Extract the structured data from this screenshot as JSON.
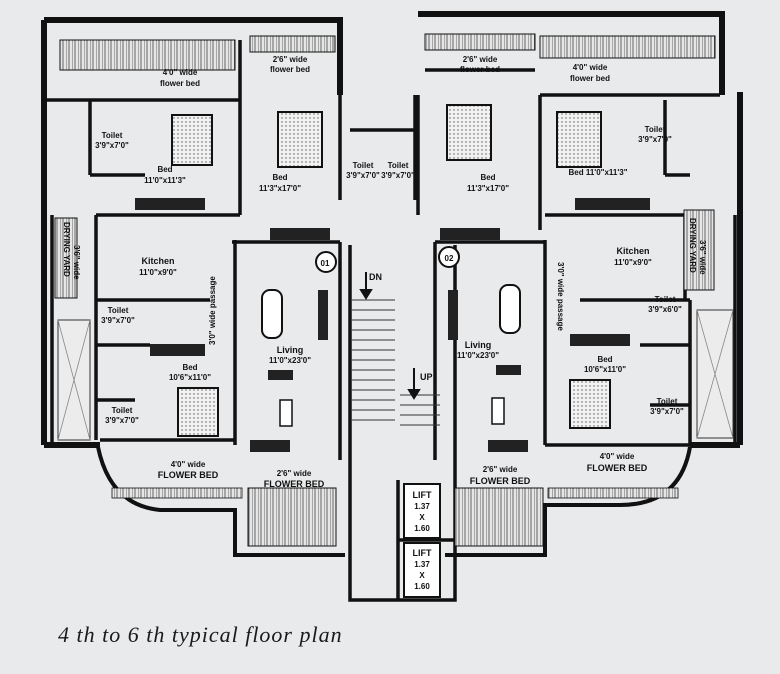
{
  "caption": "4 th to 6 th typical floor plan",
  "unit_numbers": [
    "01",
    "02"
  ],
  "stair": {
    "down": "DN",
    "up": "UP"
  },
  "lifts": [
    {
      "label": "LIFT",
      "width": "1.37",
      "x": "X",
      "depth": "1.60"
    },
    {
      "label": "LIFT",
      "width": "1.37",
      "x": "X",
      "depth": "1.60"
    }
  ],
  "rooms": {
    "fb_top_l_label": "4'0\" wide",
    "fb_top_l_name": "flower bed",
    "fb_top_c_label": "2'6\" wide",
    "fb_top_c_name": "flower bed",
    "fb_top_c2_label": "2'6\" wide",
    "fb_top_c2_name": "flower bed",
    "fb_top_r_label": "4'0\" wide",
    "fb_top_r_name": "flower bed",
    "toilet_l1": "Toilet",
    "toilet_l1_dim": "3'9\"x7'0\"",
    "bed_l1": "Bed",
    "bed_l1_dim": "11'0\"x11'3\"",
    "bed_l2": "Bed",
    "bed_l2_dim": "11'3\"x17'0\"",
    "toilet_c1": "Toilet",
    "toilet_c1_dim": "3'9\"x7'0\"",
    "toilet_c2": "Toilet",
    "toilet_c2_dim": "3'9\"x7'0\"",
    "bed_r2": "Bed",
    "bed_r2_dim": "11'3\"x17'0\"",
    "bed_r1": "Bed 11'0\"x11'3\"",
    "toilet_r1": "Toilet",
    "toilet_r1_dim": "3'9\"x7'0\"",
    "drying_l": "DRYING YARD",
    "drying_l_sub": "3'6\" wide",
    "kitchen_l": "Kitchen",
    "kitchen_l_dim": "11'0\"x9'0\"",
    "kitchen_r": "Kitchen",
    "kitchen_r_dim": "11'0\"x9'0\"",
    "drying_r": "DRYING YARD",
    "drying_r_sub": "3'6\" wide",
    "passage_l": "3'0\" wide passage",
    "passage_r": "3'0\" wide passage",
    "toilet_l3": "Toilet",
    "toilet_l3_dim": "3'9\"x7'0\"",
    "toilet_r3": "Toilet",
    "toilet_r3_dim": "3'9\"x6'0\"",
    "living_l": "Living",
    "living_l_dim": "11'0\"x23'0\"",
    "living_r": "Living",
    "living_r_dim": "11'0\"x23'0\"",
    "bed_l3": "Bed",
    "bed_l3_dim": "10'6\"x11'0\"",
    "bed_r3": "Bed",
    "bed_r3_dim": "10'6\"x11'0\"",
    "toilet_l4": "Toilet",
    "toilet_l4_dim": "3'9\"x7'0\"",
    "toilet_r4": "Toilet",
    "toilet_r4_dim": "3'9\"x7'0\"",
    "fb_bot_l_label": "4'0\" wide",
    "fb_bot_l_name": "FLOWER BED",
    "fb_bot_c_label": "2'6\" wide",
    "fb_bot_c_name": "FLOWER BED",
    "fb_bot_c2_label": "2'6\" wide",
    "fb_bot_c2_name": "FLOWER BED",
    "fb_bot_r_label": "4'0\" wide",
    "fb_bot_r_name": "FLOWER BED"
  }
}
